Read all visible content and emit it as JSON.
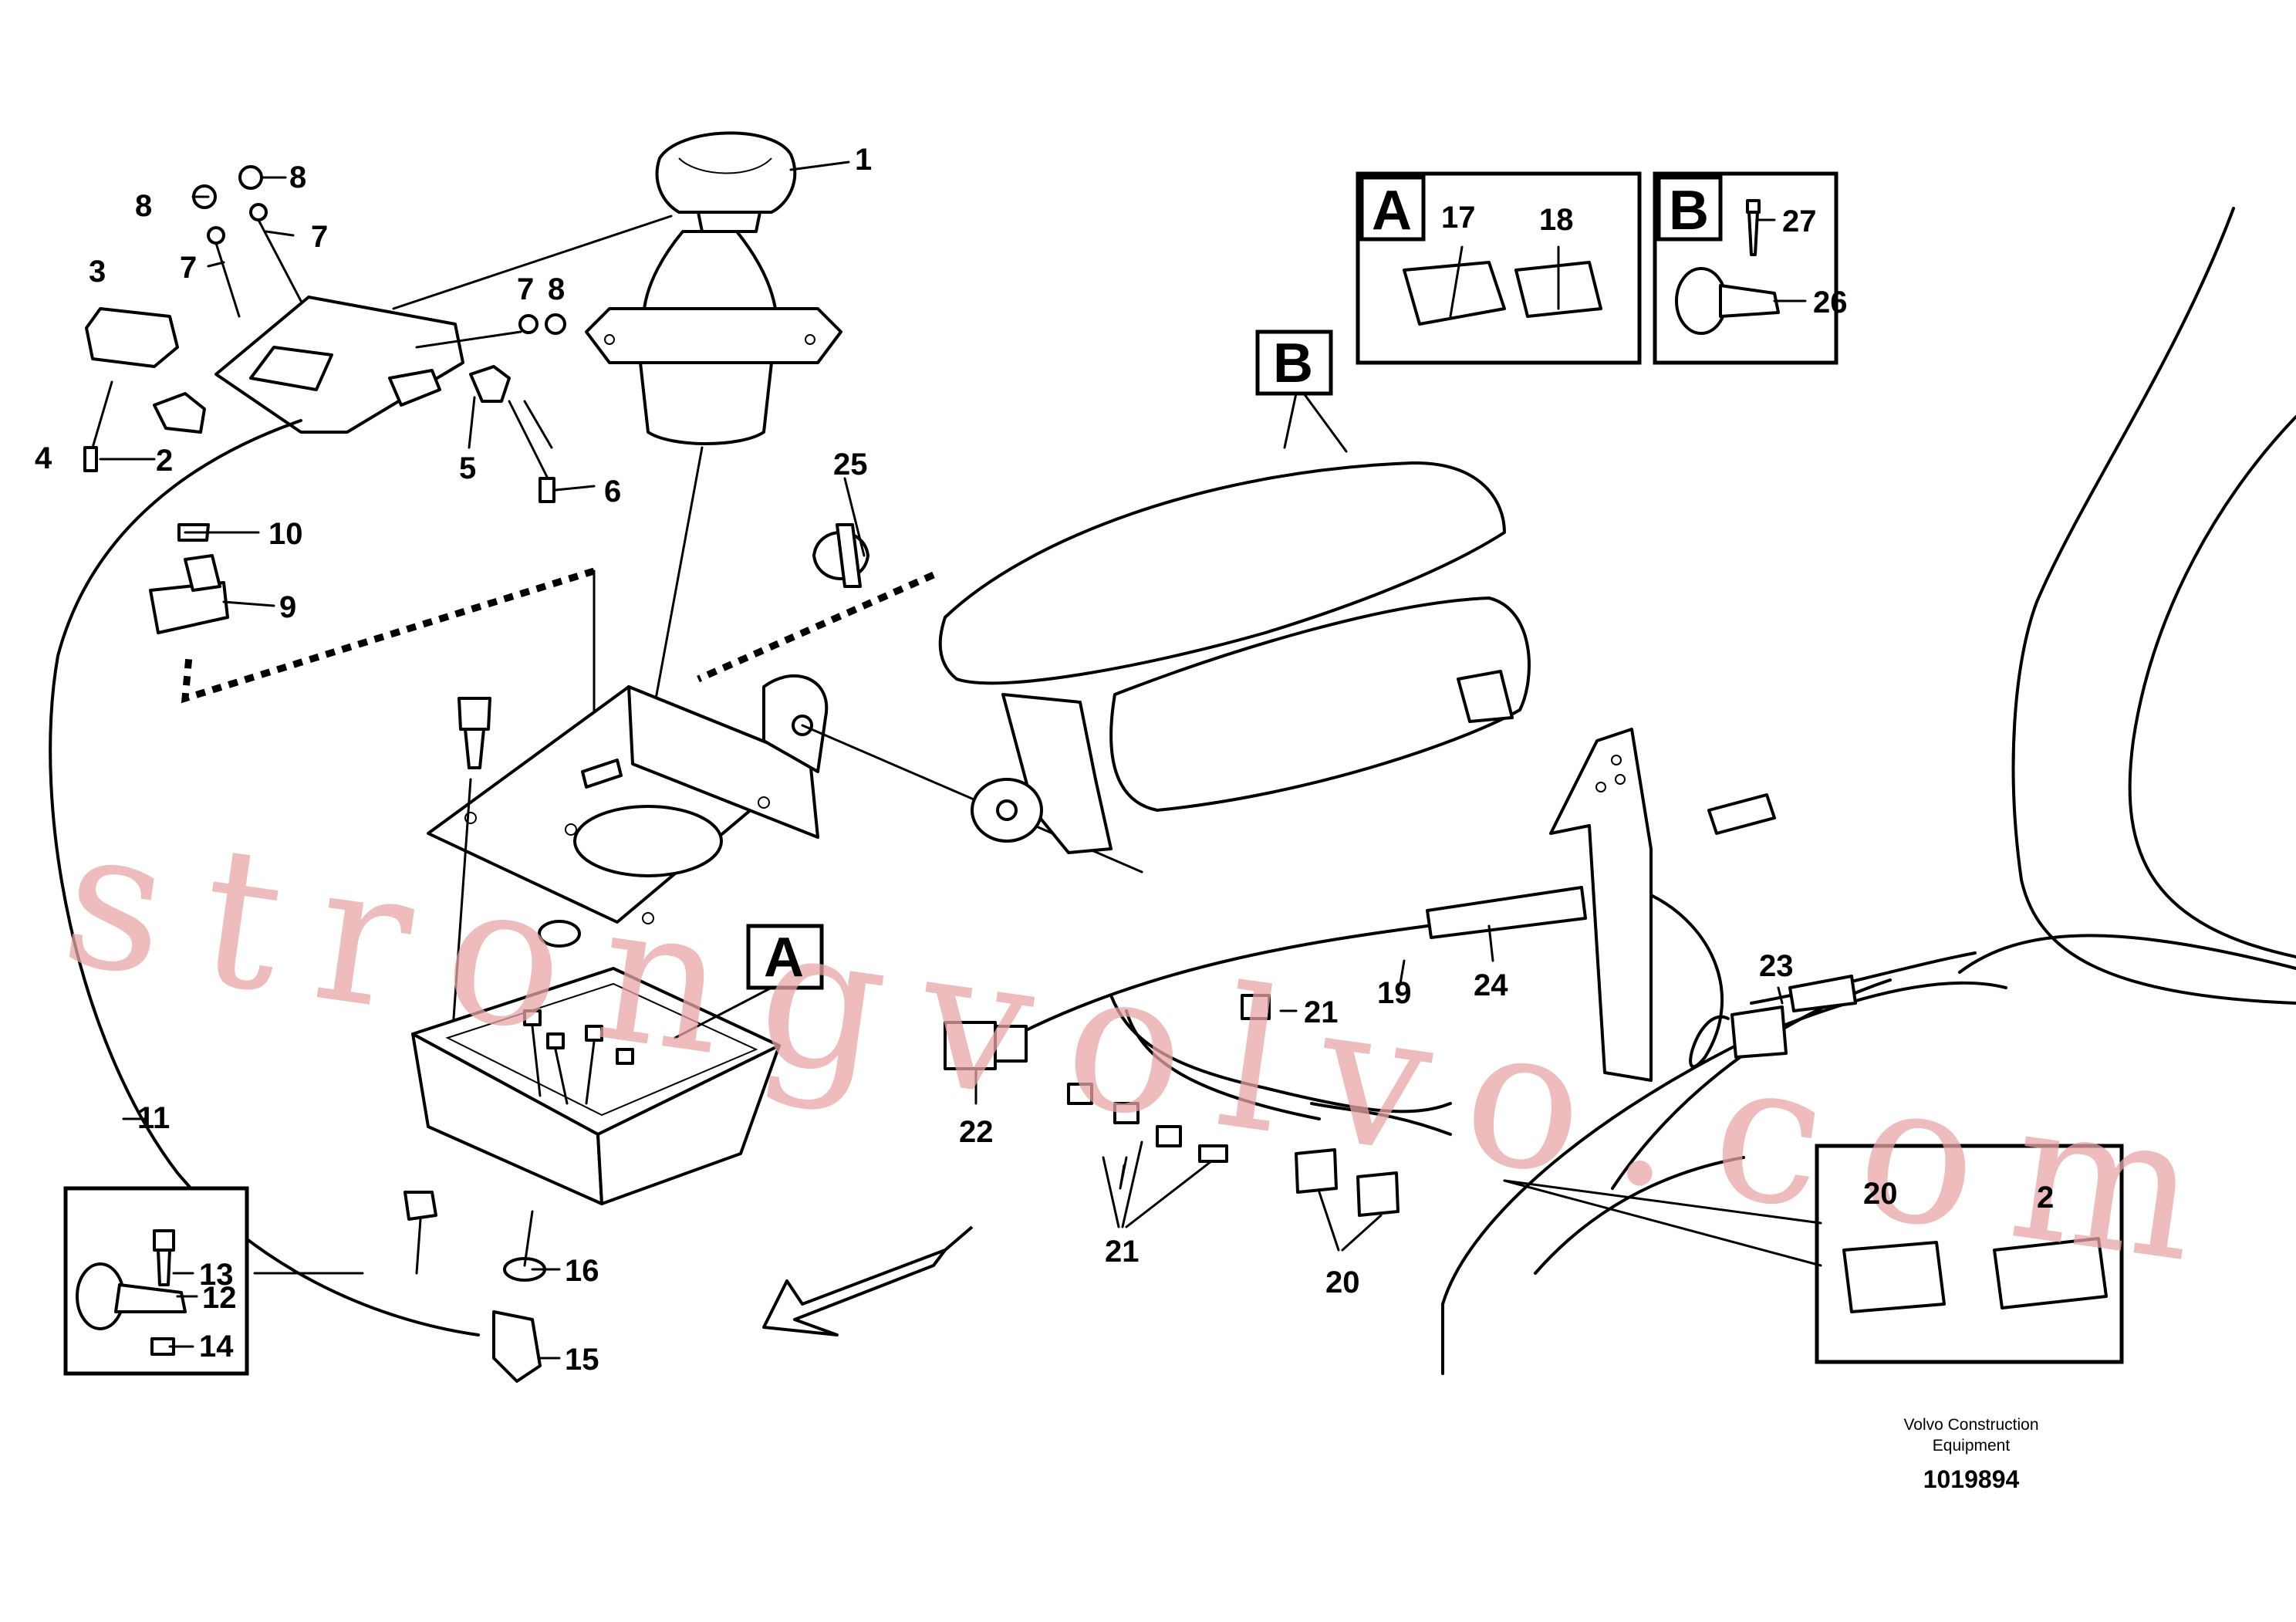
{
  "watermark": "strongvolvo.com",
  "credit": {
    "line1": "Volvo Construction",
    "line2": "Equipment",
    "drawing_number": "1019894"
  },
  "detail_boxes": {
    "A": "A",
    "B": "B",
    "A_callout": "A",
    "B_callout": "B"
  },
  "part_numbers": {
    "p1": "1",
    "p2": "2",
    "p3": "3",
    "p4": "4",
    "p5": "5",
    "p6": "6",
    "p7a": "7",
    "p7b": "7",
    "p7c": "7",
    "p8a": "8",
    "p8b": "8",
    "p8c": "8",
    "p9": "9",
    "p10": "10",
    "p11": "11",
    "p12": "12",
    "p13": "13",
    "p14": "14",
    "p15": "15",
    "p16": "16",
    "p17": "17",
    "p18": "18",
    "p19": "19",
    "p20a": "20",
    "p20b": "20",
    "p21a": "21",
    "p21b": "21",
    "p21c": "2",
    "p22": "22",
    "p23": "23",
    "p24": "24",
    "p25": "25",
    "p26": "26",
    "p27": "27"
  }
}
